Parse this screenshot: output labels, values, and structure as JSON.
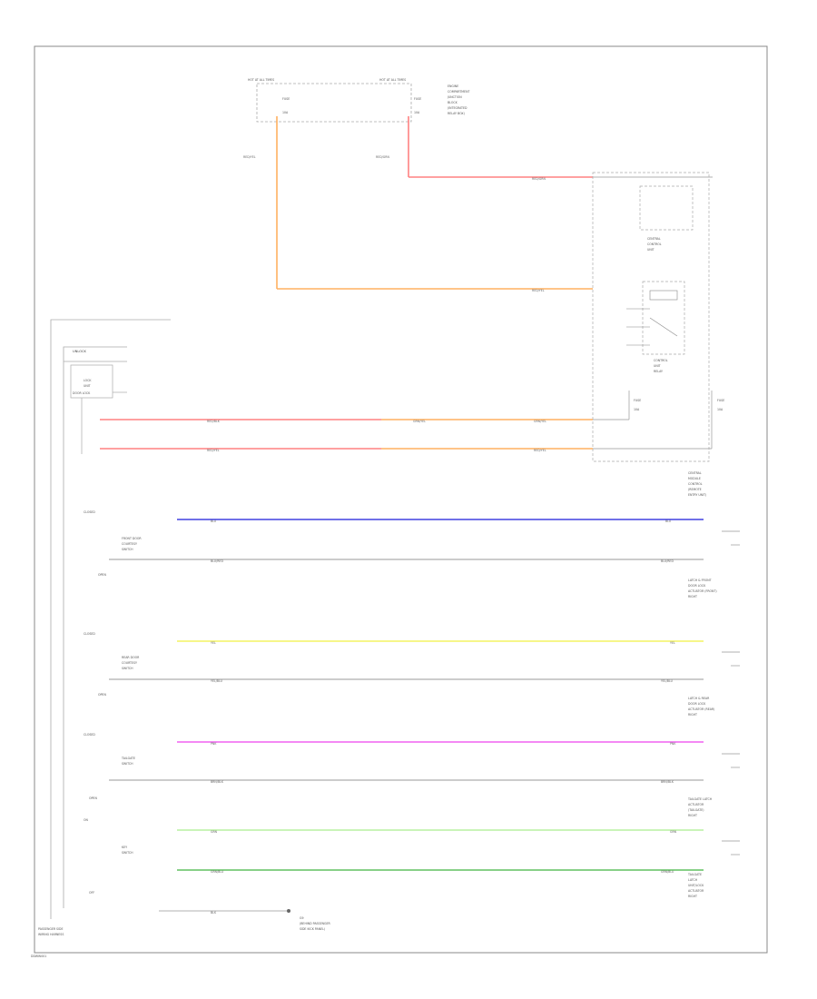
{
  "diagram": {
    "top_left_label": "HOT AT ALL TIMES",
    "top_right_label": "HOT AT ALL TIMES",
    "fuse_left": "FUSE",
    "fuse_right": "FUSE",
    "fuse_left_amp": "10A",
    "fuse_right_amp": "10A",
    "fuse_box_text": [
      "ENGINE",
      "COMPARTMENT",
      "JUNCTION",
      "BLOCK",
      "(INTEGRATED",
      "RELAY BOX)"
    ],
    "wire_left_vertical": "RED/YEL",
    "wire_right_vertical": "RED/GRN",
    "wire_top_horizontal": "RED/GRN",
    "wire_mid_horizontal": "RED/YEL",
    "module_box_label": [
      "CENTRAL",
      "CONTROL",
      "UNIT"
    ],
    "relay_box_label": [
      "CONTROL",
      "UNIT",
      "RELAY"
    ],
    "fuse_mid_left": "FUSE",
    "fuse_mid_left_amp": "10A",
    "fuse_mid_right": "FUSE",
    "fuse_mid_right_amp": "10A",
    "right_module_label": [
      "CENTRAL",
      "MODULE",
      "CONTROL",
      "(REMOTE",
      "ENTRY UNIT)"
    ],
    "left_header": "UNLOCK",
    "door_lock_label": "DOOR LOCK",
    "switch_box_label": [
      "LOCK",
      "UNIT"
    ],
    "wire_red_blk": "RED/BLK",
    "wire_grn_yel": "GRN/YEL",
    "wire_blu": "BLU",
    "wire_blu_red": "BLU/RED",
    "wire_yel": "YEL",
    "wire_yel_blu": "YEL/BLU",
    "wire_pnk": "PNK",
    "wire_brn_blk": "BRN/BLK",
    "wire_grn": "GRN",
    "wire_grn_blu": "GRN/BLU",
    "wire_blk": "BLK",
    "front_door_label": [
      "FRONT DOOR",
      "COURTESY",
      "SWITCH"
    ],
    "rear_door_label": [
      "REAR DOOR",
      "COURTESY",
      "SWITCH"
    ],
    "tailgate_label": [
      "TAILGATE",
      "SWITCH"
    ],
    "key_label": [
      "KEY",
      "SWITCH"
    ],
    "closed_label": "CLOSED",
    "open_label": "OPEN",
    "off_label": "OFF",
    "on_label": "ON",
    "right_label_1": [
      "LATCH & FRONT",
      "DOOR LOCK",
      "ACTUATOR (FRONT)",
      "RIGHT"
    ],
    "right_label_2": [
      "LATCH & REAR",
      "DOOR LOCK",
      "ACTUATOR (REAR)",
      "RIGHT"
    ],
    "right_label_3": [
      "TAILGATE LATCH",
      "ACTUATOR",
      "(TAILGATE)",
      "RIGHT"
    ],
    "right_label_4": [
      "TAILGATE",
      "LATCH",
      "UNIT/LOCK",
      "ACTUATOR",
      "RIGHT"
    ],
    "ground_label": [
      "G9",
      "(BEHIND PASSENGER",
      "SIDE KICK PANEL)"
    ],
    "bottom_left_label": [
      "PASSENGER SIDE",
      "WIRING HARNESS"
    ],
    "footer_code": "DDWW001",
    "colors": {
      "red": "#ff8080",
      "orange": "#ffb060",
      "blue": "#4040e0",
      "yellow": "#f4f478",
      "magenta": "#f060f0",
      "light_green": "#b8f0a0",
      "green": "#60c060",
      "black": "#333333"
    }
  }
}
